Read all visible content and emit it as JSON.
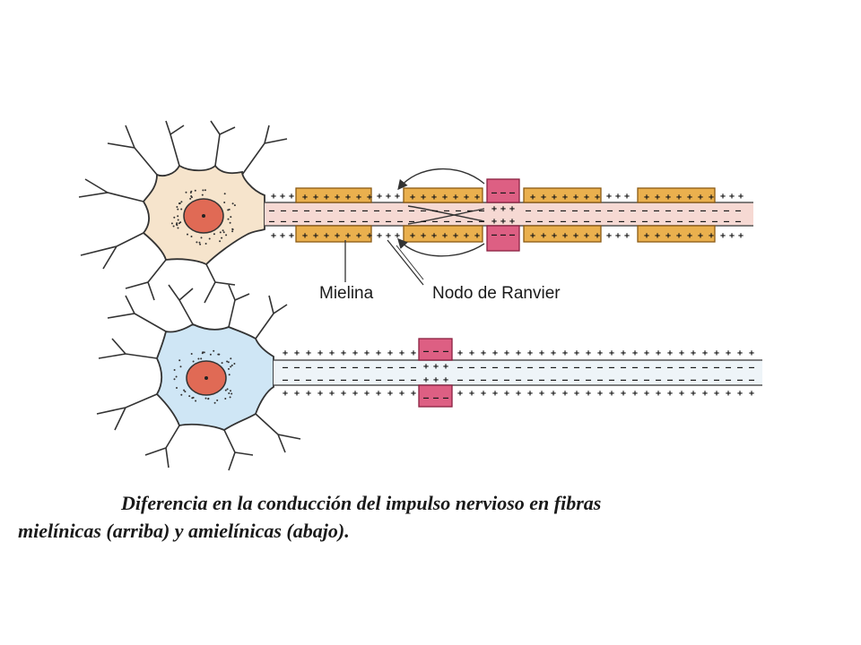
{
  "labels": {
    "myelin": "Mielina",
    "node": "Nodo de Ranvier"
  },
  "caption": {
    "line1": "Diferencia en la conducción del impulso nervioso en fibras",
    "line2": "mielínicas (arriba) y amielínicas (abajo)."
  },
  "charges": {
    "plus": "+",
    "minus": "–"
  },
  "colors": {
    "myelinated_soma": "#f6e4cc",
    "unmyelinated_soma": "#cfe6f5",
    "nucleus": "#e06a55",
    "myelin": "#eab04e",
    "node": "#dd5f83",
    "axon": "#f6d9d3",
    "outline": "#333333"
  }
}
